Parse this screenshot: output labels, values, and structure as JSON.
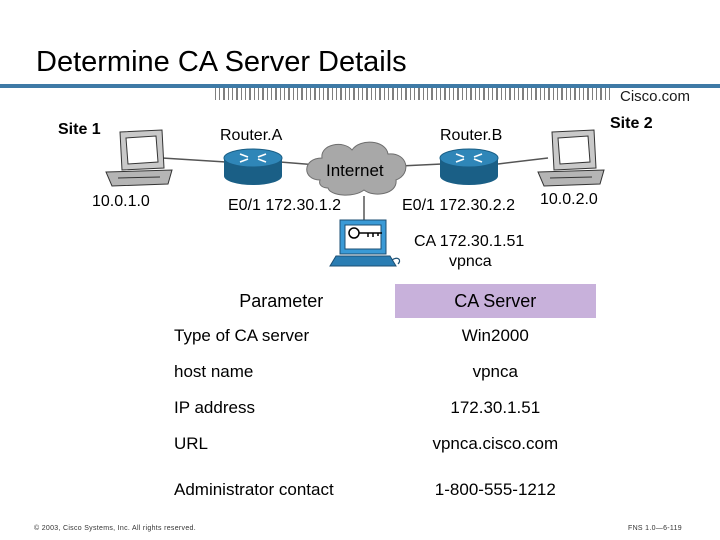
{
  "slide": {
    "title": "Determine CA Server Details",
    "logo": "Cisco.com"
  },
  "diagram": {
    "site1": "Site 1",
    "site2": "Site 2",
    "router_a": "Router.A",
    "router_b": "Router.B",
    "internet": "Internet",
    "net1": "10.0.1.0",
    "net2": "10.0.2.0",
    "if_a": "E0/1 172.30.1.2",
    "if_b": "E0/1 172.30.2.2",
    "ca_line1": "CA 172.30.1.51",
    "ca_line2": "vpnca"
  },
  "table": {
    "header": [
      "Parameter",
      "CA Server"
    ],
    "rows": [
      [
        "Type of CA server",
        "Win2000"
      ],
      [
        "host name",
        "vpnca"
      ],
      [
        "IP address",
        "172.30.1.51"
      ],
      [
        "URL",
        "vpnca.cisco.com"
      ],
      [
        "Administrator contact",
        "1-800-555-1212"
      ]
    ]
  },
  "footer": {
    "copyright": "© 2003, Cisco Systems, Inc. All rights reserved.",
    "page": "FNS 1.0—6-119"
  },
  "colors": {
    "header_highlight": "#c8b1db",
    "router": "#1f6f9e",
    "cloud": "#a8a8a8",
    "pc": "#b8b8b8"
  }
}
